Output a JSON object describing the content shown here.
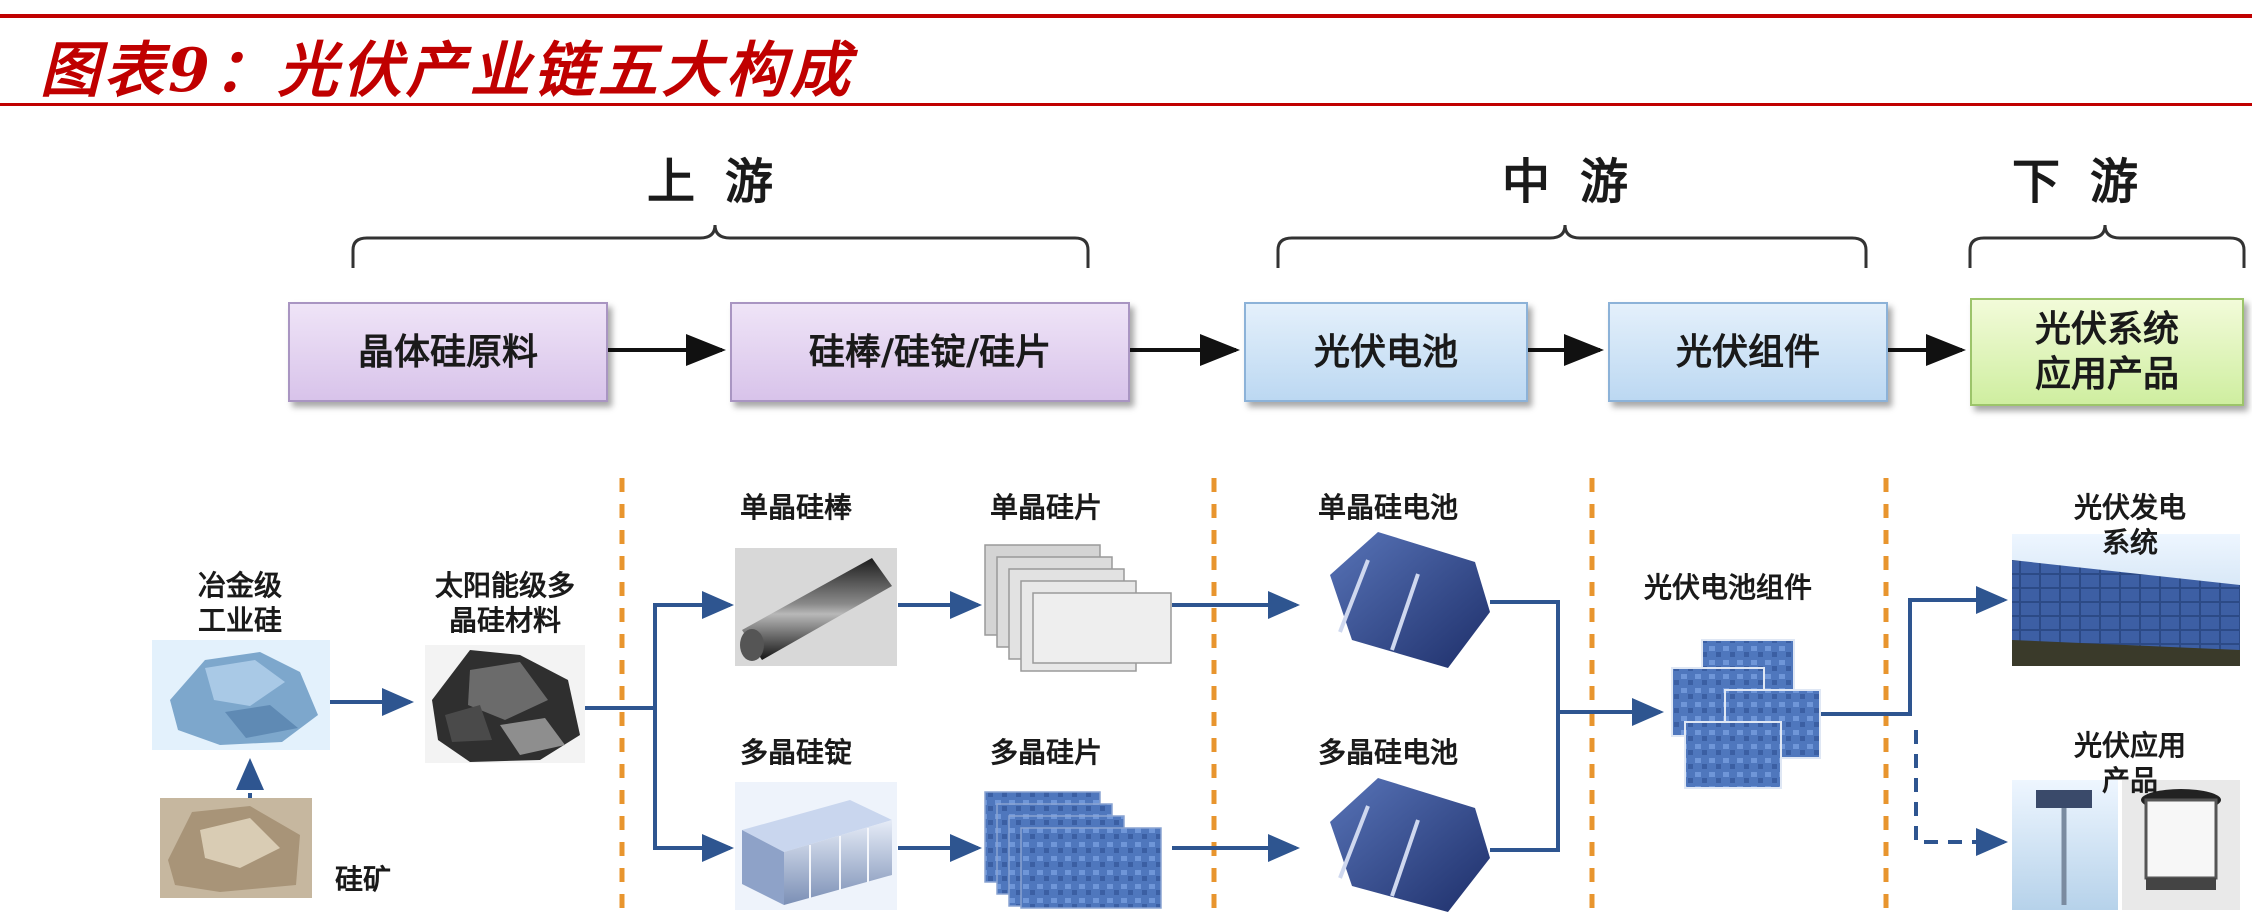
{
  "header": {
    "title": "图表9：光伏产业链五大构成"
  },
  "stages": {
    "upstream": "上游",
    "midstream": "中游",
    "downstream": "下游"
  },
  "chain": {
    "box1": "晶体硅原料",
    "box2": "硅棒/硅锭/硅片",
    "box3": "光伏电池",
    "box4": "光伏组件",
    "box5": "光伏系统\n应用产品"
  },
  "details": {
    "metallurgical_si": "冶金级\n工业硅",
    "silicon_ore": "硅矿",
    "solar_polysilicon": "太阳能级多\n晶硅材料",
    "mono_rod": "单晶硅棒",
    "mono_wafer": "单晶硅片",
    "poly_ingot": "多晶硅锭",
    "poly_wafer": "多晶硅片",
    "mono_cell": "单晶硅电池",
    "poly_cell": "多晶硅电池",
    "module": "光伏电池组件",
    "pv_system": "光伏发电系统",
    "pv_products": "光伏应用产品"
  },
  "colors": {
    "title_red": "#c00000",
    "arrow_blue": "#2e5590",
    "divider_orange": "#e8952e"
  }
}
